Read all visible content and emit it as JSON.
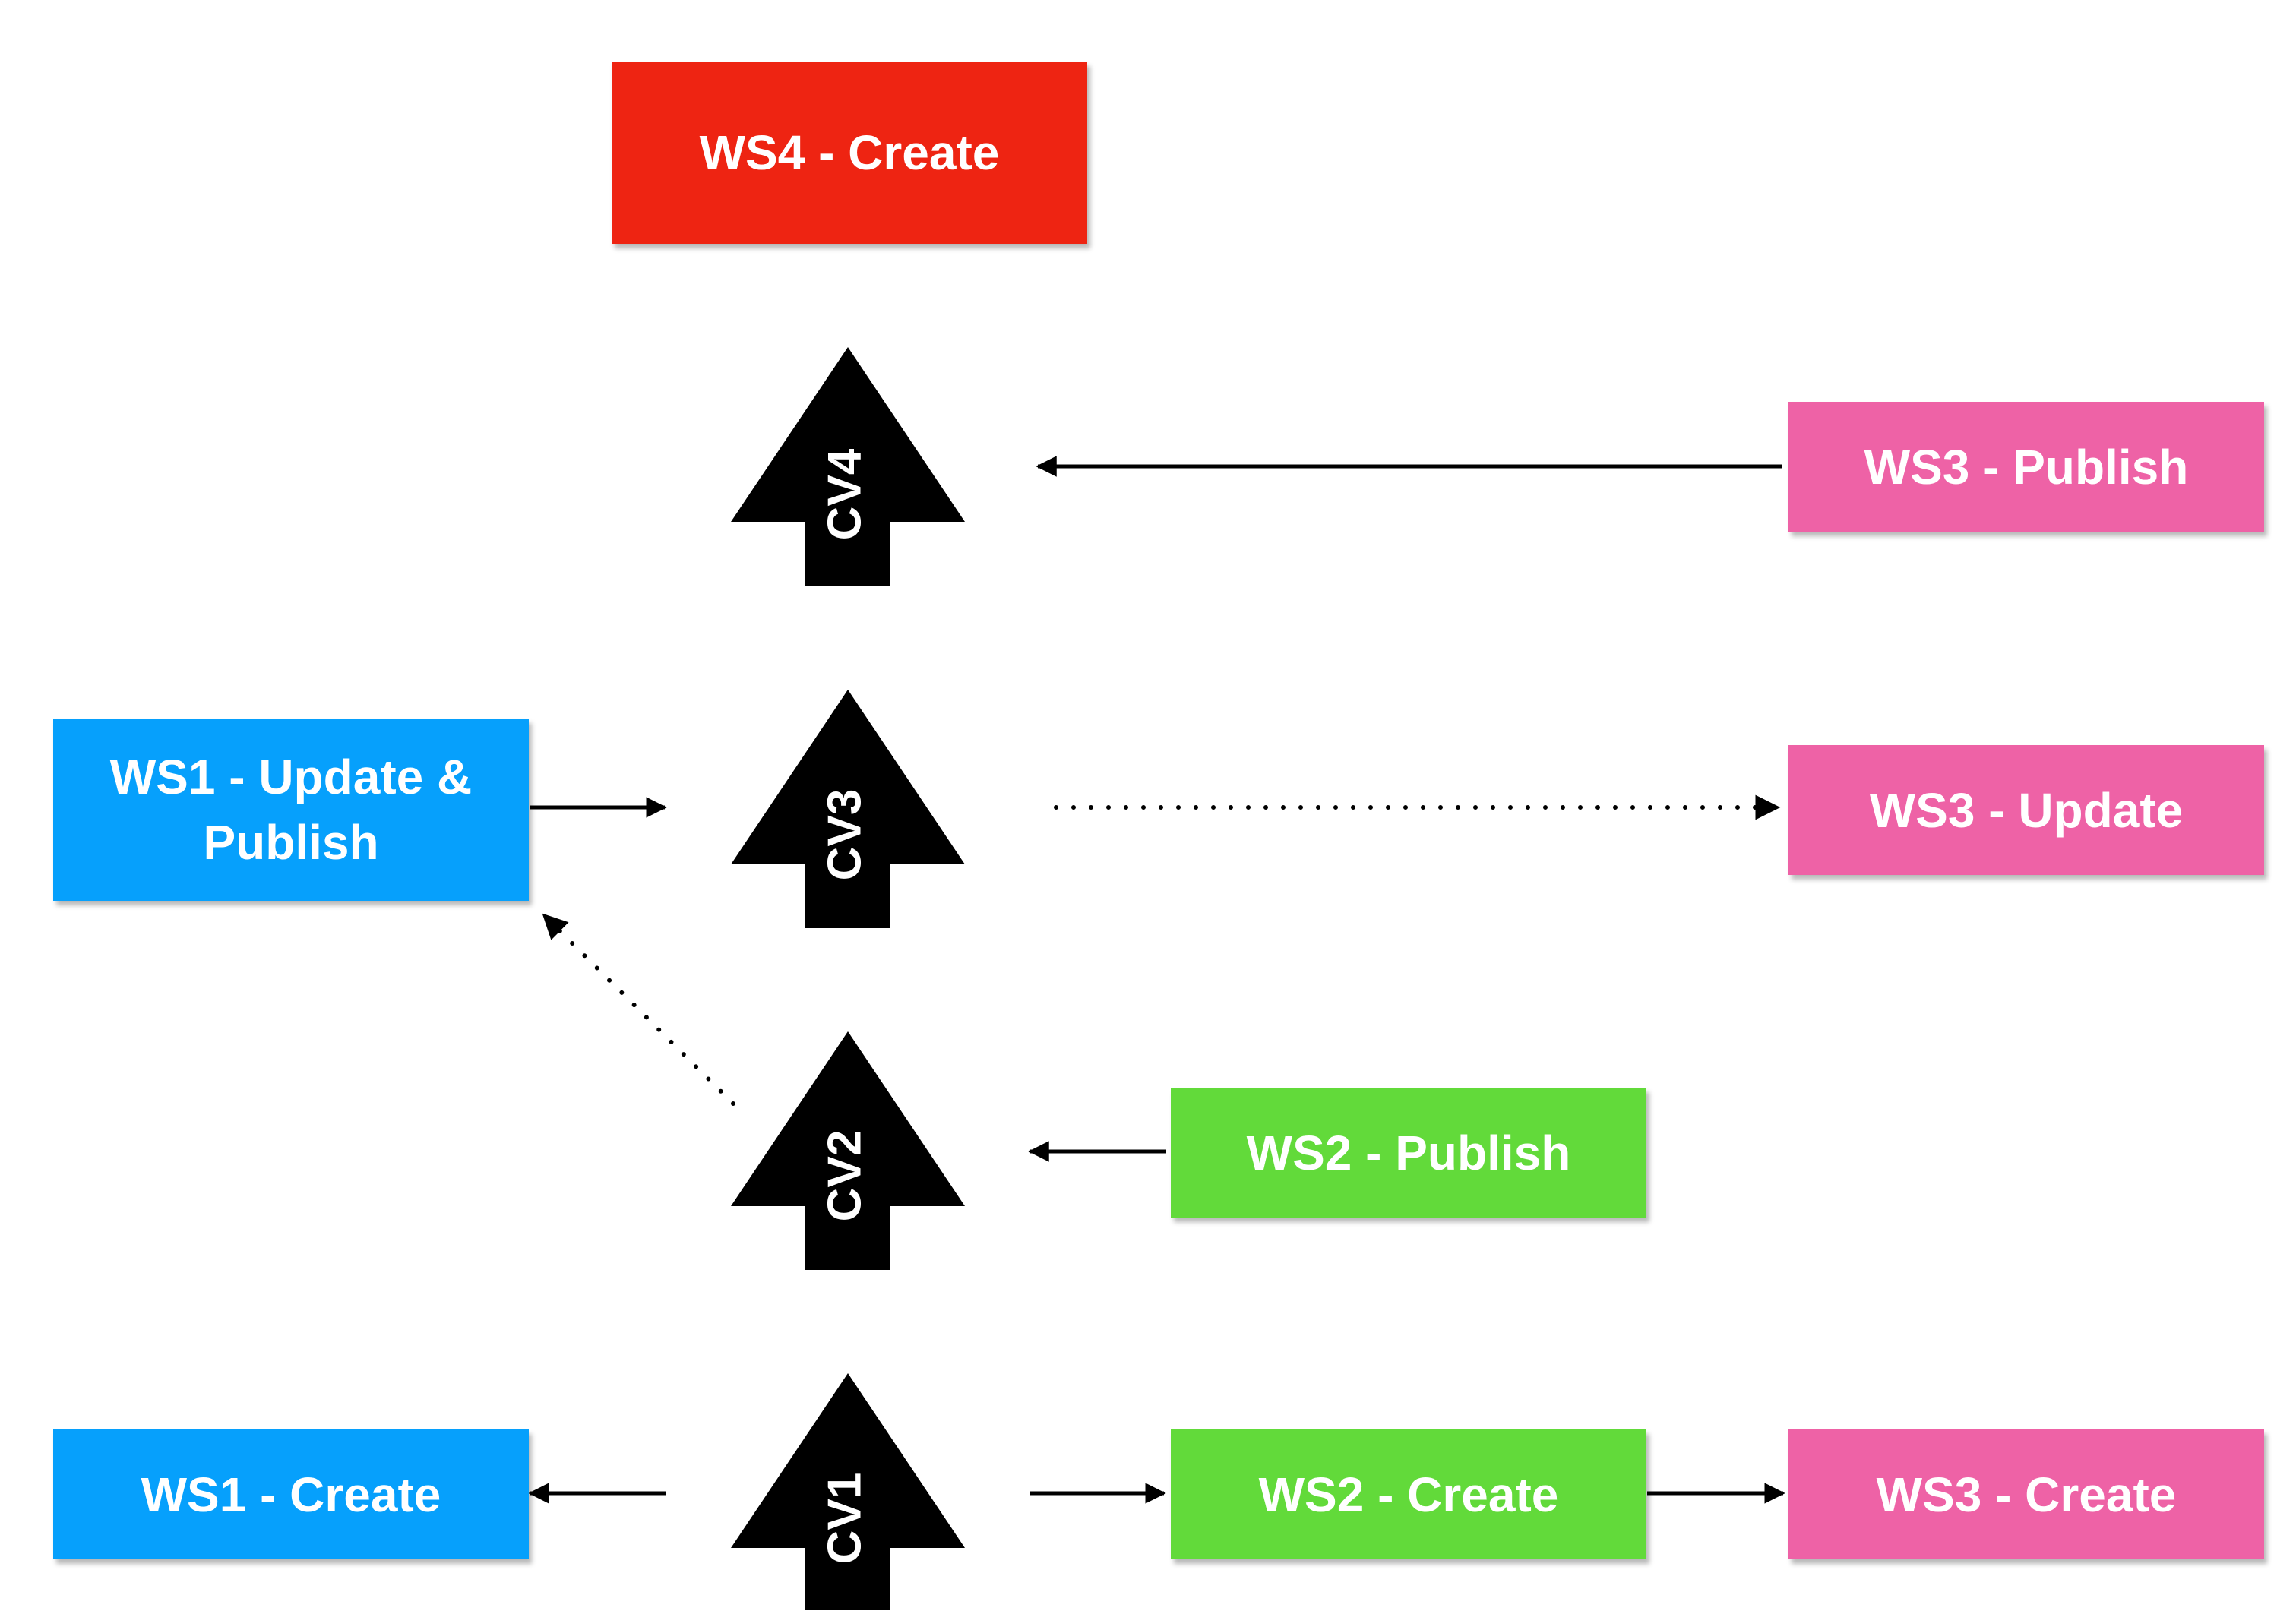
{
  "colors": {
    "ws1": "#06A0FC",
    "ws2": "#62DA3A",
    "ws3": "#EE62A6",
    "ws4": "#EE2412",
    "version_arrow": "#000000",
    "connector": "#000000"
  },
  "nodes": {
    "ws4_create": "WS4 - Create",
    "ws3_publish": "WS3 - Publish",
    "ws3_update": "WS3 - Update",
    "ws1_update_publish": "WS1 - Update & Publish",
    "ws2_publish": "WS2 - Publish",
    "ws1_create": "WS1 - Create",
    "ws2_create": "WS2 - Create",
    "ws3_create": "WS3 - Create"
  },
  "versions": {
    "cv1": "CV1",
    "cv2": "CV2",
    "cv3": "CV3",
    "cv4": "CV4"
  }
}
